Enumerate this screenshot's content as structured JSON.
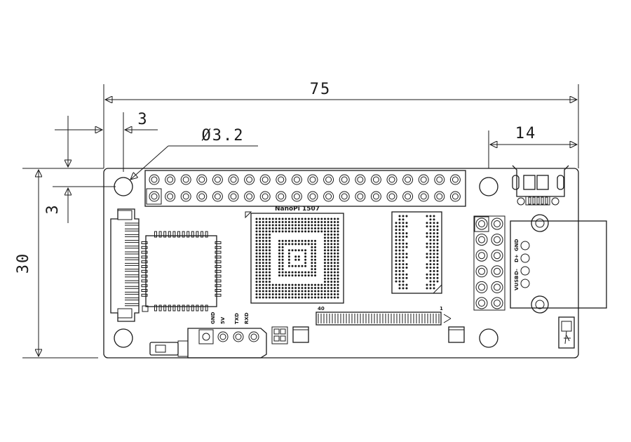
{
  "dimensions": {
    "overall_width": "75",
    "hole_offset": "3",
    "hole_diameter": "Ø3.2",
    "connector_width": "14",
    "edge_offset": "3",
    "overall_height": "30"
  },
  "labels": {
    "soc_name": "NanoPi 1507",
    "pin_40": "40",
    "pin_1": "1",
    "serial_gnd": "GND",
    "serial_5v": "5V",
    "serial_txd": "TXD",
    "serial_rxd": "RXD",
    "usb_gnd": "GND",
    "usb_dplus": "D+",
    "usb_dminus": "D-",
    "usb_vusb": "VUSB"
  }
}
